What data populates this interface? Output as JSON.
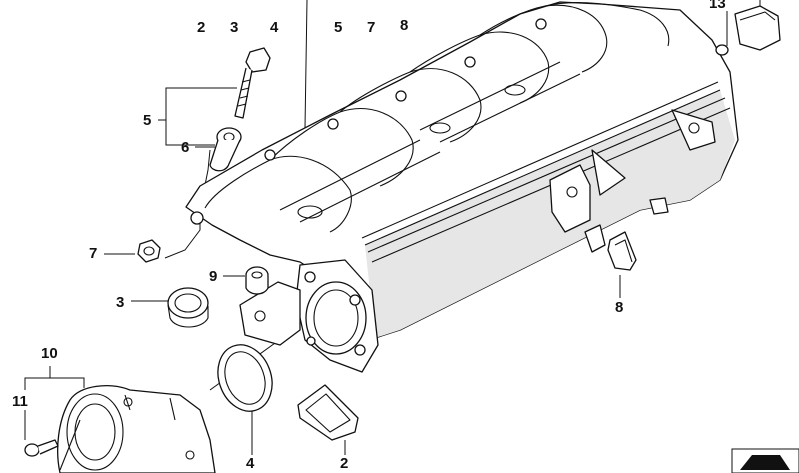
{
  "callouts": [
    {
      "id": "c2-top",
      "text": "2"
    },
    {
      "id": "c3-top",
      "text": "3"
    },
    {
      "id": "c4-top",
      "text": "4"
    },
    {
      "id": "c5-top",
      "text": "5"
    },
    {
      "id": "c7-top",
      "text": "7"
    },
    {
      "id": "c8-top",
      "text": "8"
    },
    {
      "id": "c13",
      "text": "13"
    },
    {
      "id": "c5-left",
      "text": "5"
    },
    {
      "id": "c6",
      "text": "6"
    },
    {
      "id": "c7-left",
      "text": "7"
    },
    {
      "id": "c9",
      "text": "9"
    },
    {
      "id": "c3-left",
      "text": "3"
    },
    {
      "id": "c8-right",
      "text": "8"
    },
    {
      "id": "c10",
      "text": "10"
    },
    {
      "id": "c11",
      "text": "11"
    },
    {
      "id": "c4-bottom",
      "text": "4"
    },
    {
      "id": "c2-bottom",
      "text": "2"
    }
  ]
}
